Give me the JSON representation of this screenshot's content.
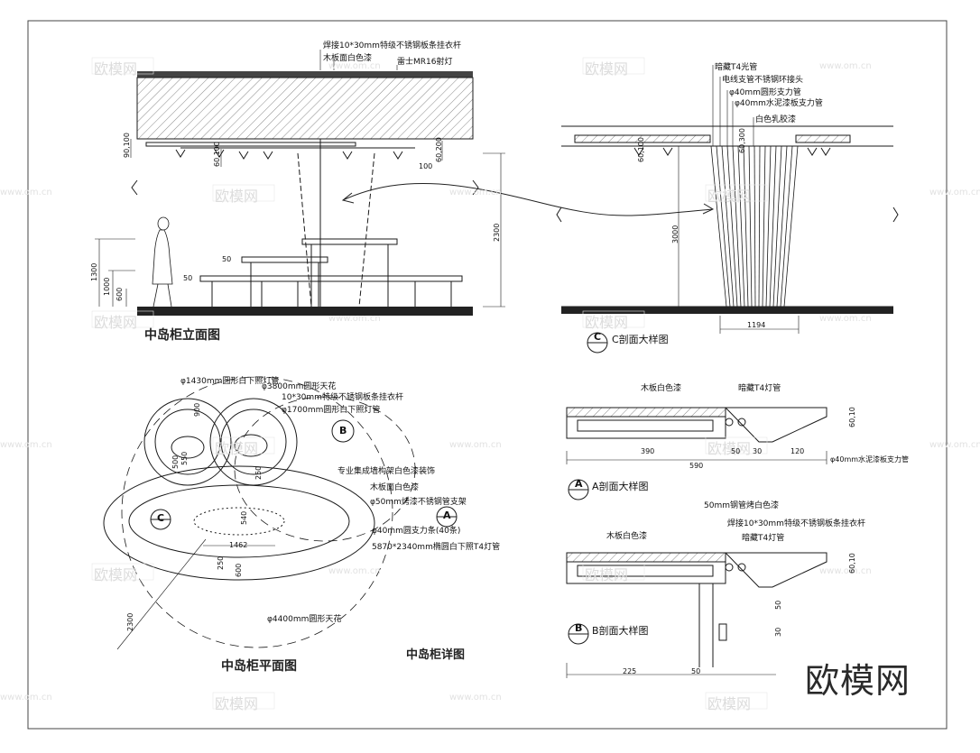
{
  "elevation": {
    "title": "中岛柜立面图",
    "labels": {
      "top1": "焊接10*30mm特级不锈钢板条挂衣杆",
      "top2": "木板面白色漆",
      "top3": "雷士MR16射灯"
    },
    "dims": {
      "d1": "90,100",
      "d2": "60,100",
      "d3": "60,200",
      "d4": "100",
      "d5": "1300",
      "d6": "1000",
      "d7": "600",
      "d8": "50",
      "d9": "50",
      "d10": "2300"
    }
  },
  "section_c": {
    "marker": "C",
    "title": "C剖面大样图",
    "labels": {
      "l1": "暗藏T4光管",
      "l2": "电线支管不锈钢环接头",
      "l3": "φ40mm圆形支力管",
      "l4": "φ40mm水泥漆板支力管",
      "l5": "白色乳胶漆"
    },
    "dims": {
      "d1": "60,100",
      "d2": "60,300",
      "d3": "3000",
      "d4": "1194"
    }
  },
  "plan": {
    "title": "中岛柜平面图",
    "labels": {
      "l1": "φ1430mm圆形白下照灯管",
      "l2": "φ3800mm圆形天花",
      "l3": "10*30mm特级不锈钢板条挂衣杆",
      "l4": "φ1700mm圆形白下照灯管",
      "l5": "专业集成墙构架白色漆装饰",
      "l6": "木板面白色漆",
      "l7": "φ50mm烤漆不锈钢管支架",
      "l8": "φ40mm圆支力条(40条)",
      "l9": "5870*2340mm椭圆白下照T4灯管",
      "l10": "φ4400mm圆形天花"
    },
    "markers": {
      "b": "B",
      "c": "C",
      "a": "A"
    },
    "dims": {
      "d1": "900",
      "d2": "550",
      "d3": "500",
      "d4": "250",
      "d5": "1462",
      "d6": "540",
      "d7": "250",
      "d8": "600",
      "d9": "2300"
    }
  },
  "detail_title": "中岛柜详图",
  "section_a": {
    "marker": "A",
    "title": "A剖面大样图",
    "labels": {
      "l1": "木板白色漆",
      "l2": "暗藏T4灯管",
      "l3": "φ40mm水泥漆板支力管"
    },
    "dims": {
      "d1": "390",
      "d2": "50",
      "d3": "30",
      "d4": "120",
      "d5": "590",
      "d6": "60,10"
    }
  },
  "section_b": {
    "marker": "B",
    "title": "B剖面大样图",
    "labels": {
      "l1": "50mm钢管烤白色漆",
      "l2": "焊接10*30mm特级不锈钢板条挂衣杆",
      "l3": "木板白色漆",
      "l4": "暗藏T4灯管"
    },
    "dims": {
      "d1": "225",
      "d2": "50",
      "d3": "60,10",
      "d4": "50",
      "d5": "30"
    }
  },
  "watermark": {
    "brand": "欧模网",
    "site": "www.om.cn"
  },
  "colors": {
    "line": "#1a1a1a",
    "hatch": "#555555",
    "ground": "#222222",
    "watermark": "#d6d6d6"
  }
}
